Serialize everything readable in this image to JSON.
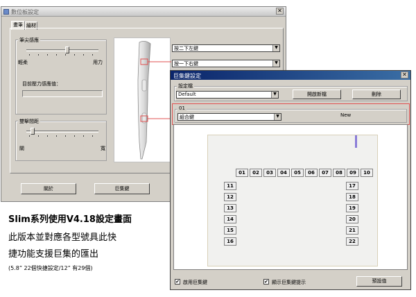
{
  "win1": {
    "title": "數位板設定",
    "tabs": [
      "畫筆",
      "繪材"
    ],
    "pen_tip": {
      "label": "筆尖感應",
      "min_label": "輕柔",
      "max_label": "用力",
      "value_label": "目前壓力感應值："
    },
    "double_click": {
      "label": "雙擊間距",
      "min_label": "關",
      "max_label": "寬"
    },
    "button_combos": [
      "按二下左鍵",
      "按一下右鍵"
    ],
    "footer_buttons": [
      "關於",
      "巨集鍵"
    ]
  },
  "win2": {
    "title": "巨集鍵設定",
    "setting_group_label": "設定檔",
    "profile_value": "Default",
    "open_new_button": "開啟新檔",
    "delete_button": "刪除",
    "key_group_label": "01",
    "key_type_value": "組合鍵",
    "new_label": "New",
    "top_keys": [
      "01",
      "02",
      "03",
      "04",
      "05",
      "06",
      "07",
      "08",
      "09",
      "10"
    ],
    "left_keys": [
      "11",
      "12",
      "13",
      "14",
      "15",
      "16"
    ],
    "right_keys": [
      "17",
      "18",
      "19",
      "20",
      "21",
      "22"
    ],
    "enable_macro_label": "啟用巨集鍵",
    "show_hint_label": "顯示巨集鍵提示",
    "default_button": "預設值",
    "accent_color": "#0a246a"
  },
  "caption": {
    "line1": "Slim系列使用V4.18設定畫面",
    "line2": "此版本並對應各型號具此快",
    "line3": "捷功能支援巨集的匯出",
    "line4": "(5.8” 22個快捷設定/12” 有29個)"
  },
  "highlight_color": "#e05050"
}
